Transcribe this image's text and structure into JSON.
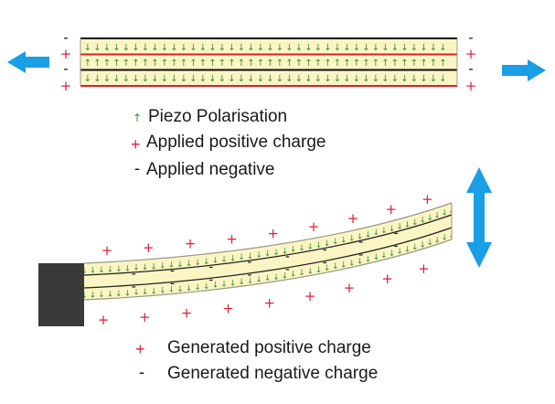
{
  "colors": {
    "layer_fill": "#fbf5c4",
    "layer_edge": "#9a9a86",
    "polarisation_arrow": "#3c8f3c",
    "positive_charge": "#dd2233",
    "negative_charge": "#111111",
    "electrode_red": "#d8202a",
    "electrode_black": "#111111",
    "motion_arrow": "#1a9ee6",
    "clamp": "#3a3a3a"
  },
  "icons": {
    "left_arrow": "blue-left-arrow-icon",
    "right_arrow": "blue-right-arrow-icon",
    "vertical_arrow": "blue-up-down-arrow-icon",
    "clamp": "dark-clamp-block"
  },
  "symbols": {
    "plus": "+",
    "minus": "-",
    "up_arrow": "↑",
    "down_arrow": "↓"
  },
  "top_legend": {
    "polarisation": "Piezo Polarisation",
    "positive": "Applied positive charge",
    "negative": "Applied negative"
  },
  "bottom_legend": {
    "positive": "Generated positive charge",
    "negative": "Generated negative charge"
  }
}
